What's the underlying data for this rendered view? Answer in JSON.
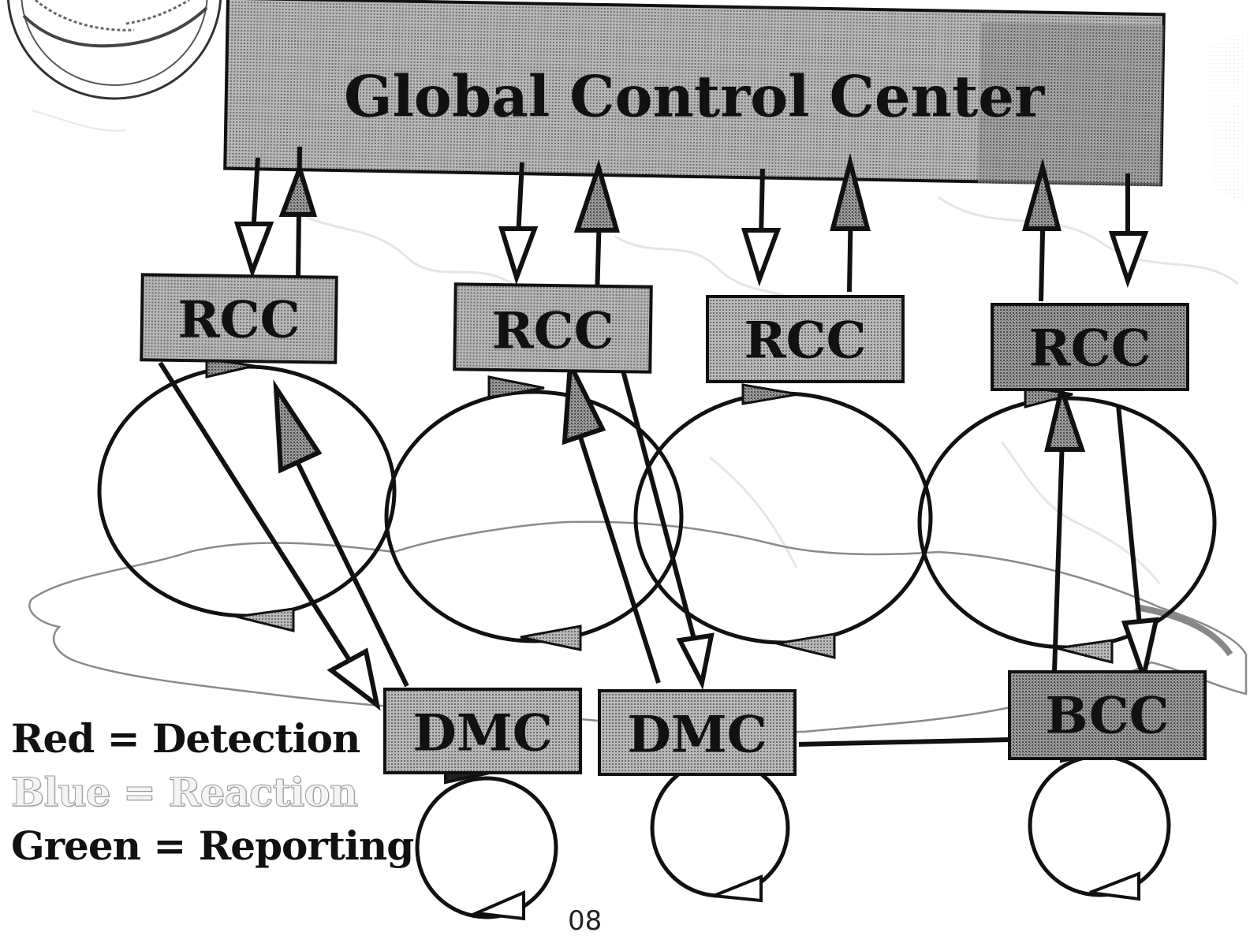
{
  "diagram": {
    "global_center": {
      "label": "Global Control Center"
    },
    "rcc_nodes": [
      {
        "label": "RCC"
      },
      {
        "label": "RCC"
      },
      {
        "label": "RCC"
      },
      {
        "label": "RCC"
      }
    ],
    "local_nodes": [
      {
        "label": "DMC"
      },
      {
        "label": "DMC"
      },
      {
        "label": "BCC"
      }
    ]
  },
  "legend": {
    "detection": "Red = Detection",
    "reaction": "Blue = Reaction",
    "reporting": "Green = Reporting"
  },
  "footer": {
    "page_fragment": "08"
  },
  "colors": {
    "box_fill": "#a9a9a9",
    "box_stroke": "#111111",
    "line": "#111111",
    "map_outline": "#8a8a8a"
  }
}
